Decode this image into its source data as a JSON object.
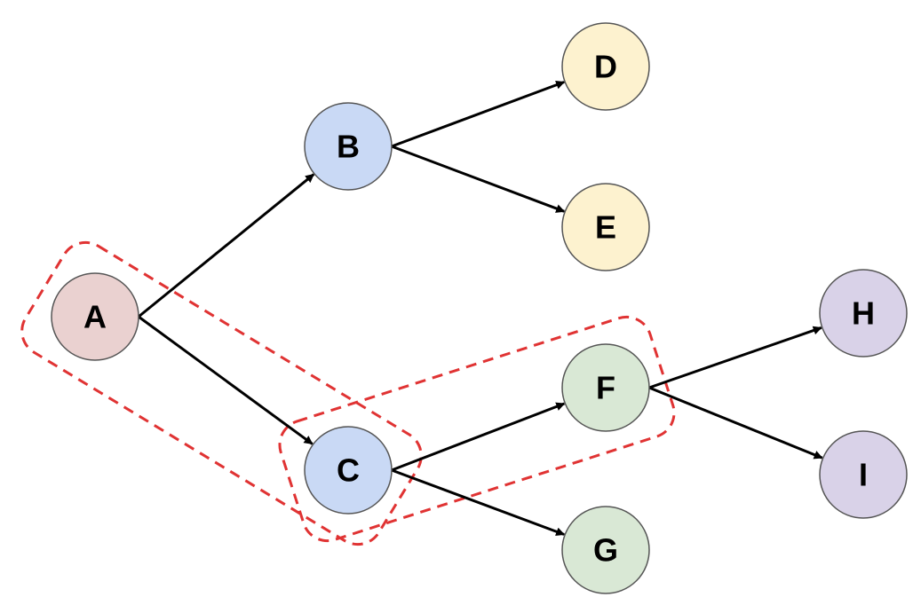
{
  "diagram": {
    "nodes": [
      {
        "id": "A",
        "label": "A",
        "fill": "#ead1d0"
      },
      {
        "id": "B",
        "label": "B",
        "fill": "#c9d9f5"
      },
      {
        "id": "C",
        "label": "C",
        "fill": "#c9d9f5"
      },
      {
        "id": "D",
        "label": "D",
        "fill": "#fdf2cf"
      },
      {
        "id": "E",
        "label": "E",
        "fill": "#fdf2cf"
      },
      {
        "id": "F",
        "label": "F",
        "fill": "#d9e8d5"
      },
      {
        "id": "G",
        "label": "G",
        "fill": "#d9e8d5"
      },
      {
        "id": "H",
        "label": "H",
        "fill": "#d9d2e8"
      },
      {
        "id": "I",
        "label": "I",
        "fill": "#d9d2e8"
      }
    ],
    "edges": [
      {
        "from": "A",
        "to": "B"
      },
      {
        "from": "A",
        "to": "C"
      },
      {
        "from": "B",
        "to": "D"
      },
      {
        "from": "B",
        "to": "E"
      },
      {
        "from": "C",
        "to": "F"
      },
      {
        "from": "C",
        "to": "G"
      },
      {
        "from": "F",
        "to": "H"
      },
      {
        "from": "F",
        "to": "I"
      }
    ],
    "highlighted_paths": [
      {
        "nodes": [
          "A",
          "C"
        ]
      },
      {
        "nodes": [
          "C",
          "F"
        ]
      }
    ],
    "colors": {
      "edge": "#000000",
      "highlight": "#e03333",
      "node_stroke": "#555555"
    }
  }
}
